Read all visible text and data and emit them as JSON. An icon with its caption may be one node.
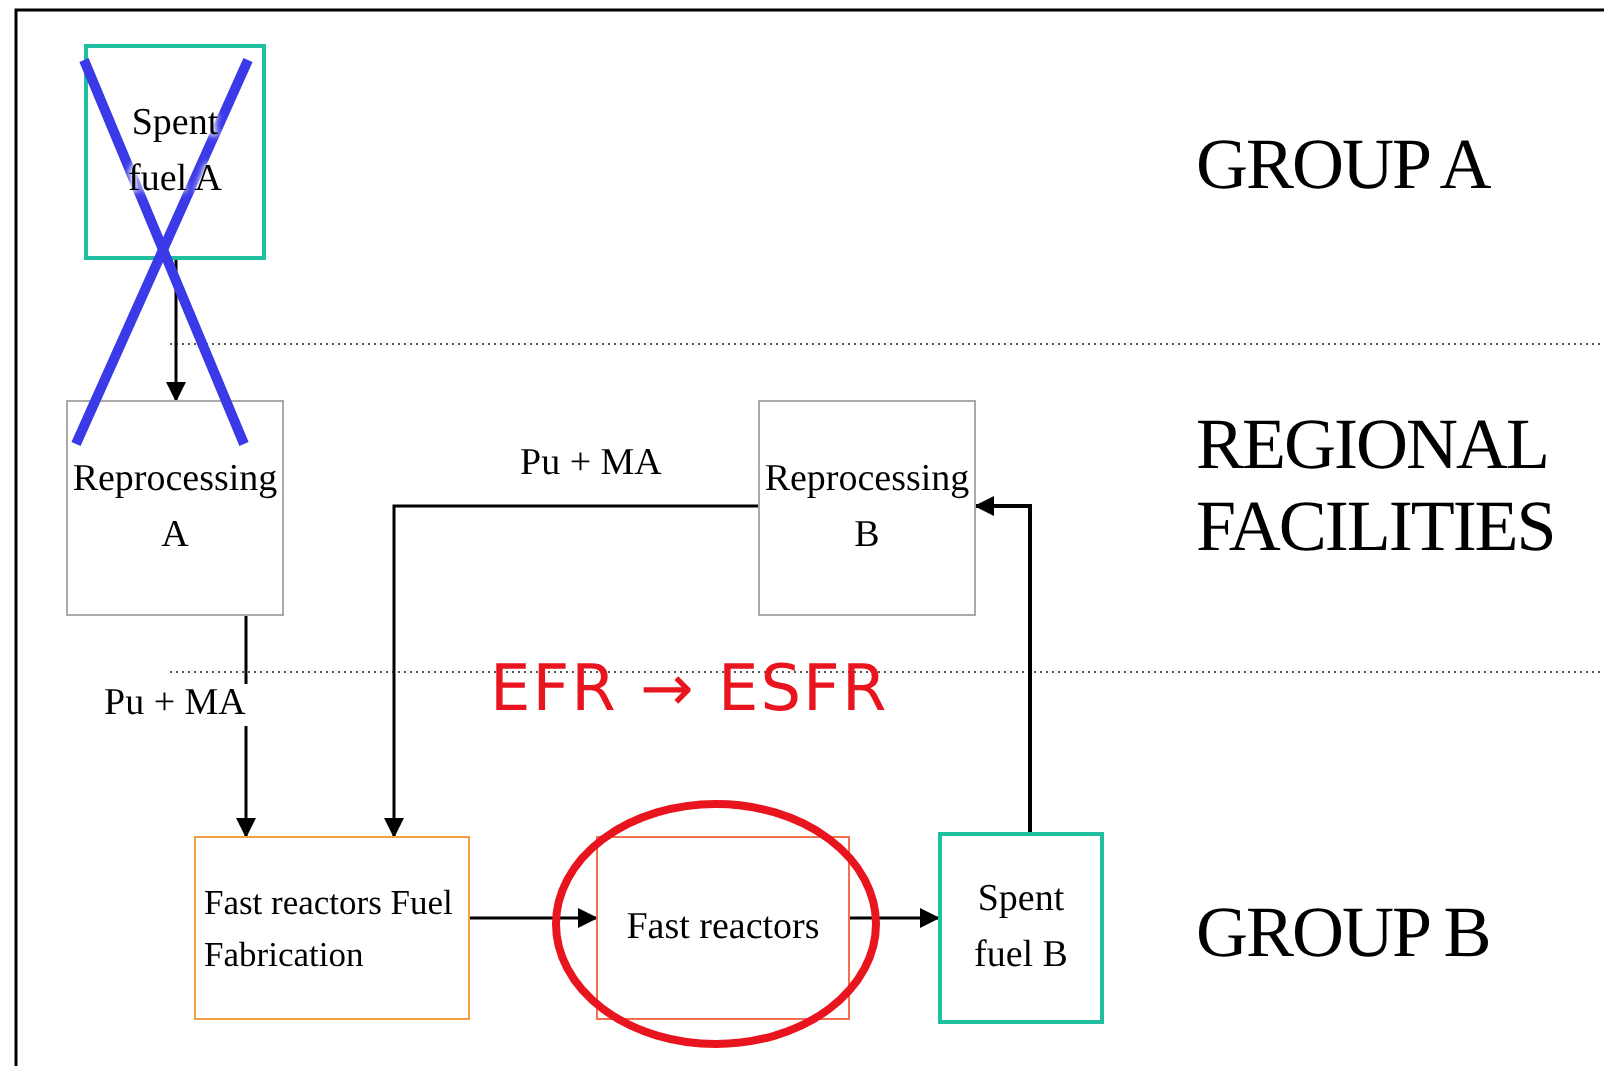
{
  "diagram": {
    "nodes": [
      {
        "text": [
          "Spent fuel A"
        ]
      },
      {
        "text": [
          "Reprocessing A"
        ]
      },
      {
        "text": [
          "Reprocessing B"
        ]
      },
      {
        "text": [
          "Fast reactors Fuel Fabrication"
        ]
      },
      {
        "text": [
          "Fast reactors"
        ]
      },
      {
        "text": [
          "Spent fuel B"
        ]
      }
    ],
    "edges": [
      {
        "from": 0,
        "to": 1,
        "arrow": "to"
      },
      {
        "from": 1,
        "to": 3,
        "arrow": "to",
        "label": "Pu + MA"
      },
      {
        "from": 2,
        "to": 3,
        "arrow": "to",
        "label": "Pu + MA"
      },
      {
        "from": 3,
        "to": 4,
        "arrow": "to"
      },
      {
        "from": 4,
        "to": 5,
        "arrow": "to"
      },
      {
        "from": 5,
        "to": 2,
        "arrow": "to"
      }
    ],
    "labels": [
      "GROUP A",
      "REGIONAL FACILITIES",
      "GROUP B",
      "EFR → ESFR"
    ]
  }
}
